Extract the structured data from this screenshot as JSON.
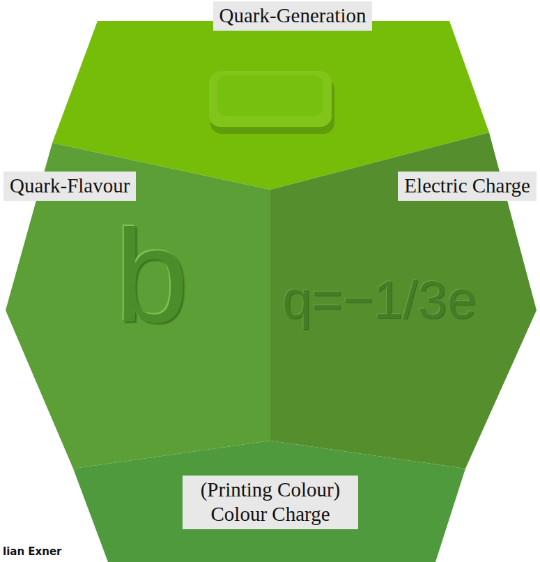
{
  "diagram": {
    "nodes": [
      {
        "text": [
          "Quark-Generation"
        ]
      },
      {
        "text": [
          "Quark-Flavour"
        ]
      },
      {
        "text": [
          "Electric Charge"
        ]
      },
      {
        "text": [
          "(Printing Colour) Colour Charge"
        ]
      }
    ],
    "labels": [
      "b",
      "q=−1/3e",
      "lian Exner"
    ]
  }
}
